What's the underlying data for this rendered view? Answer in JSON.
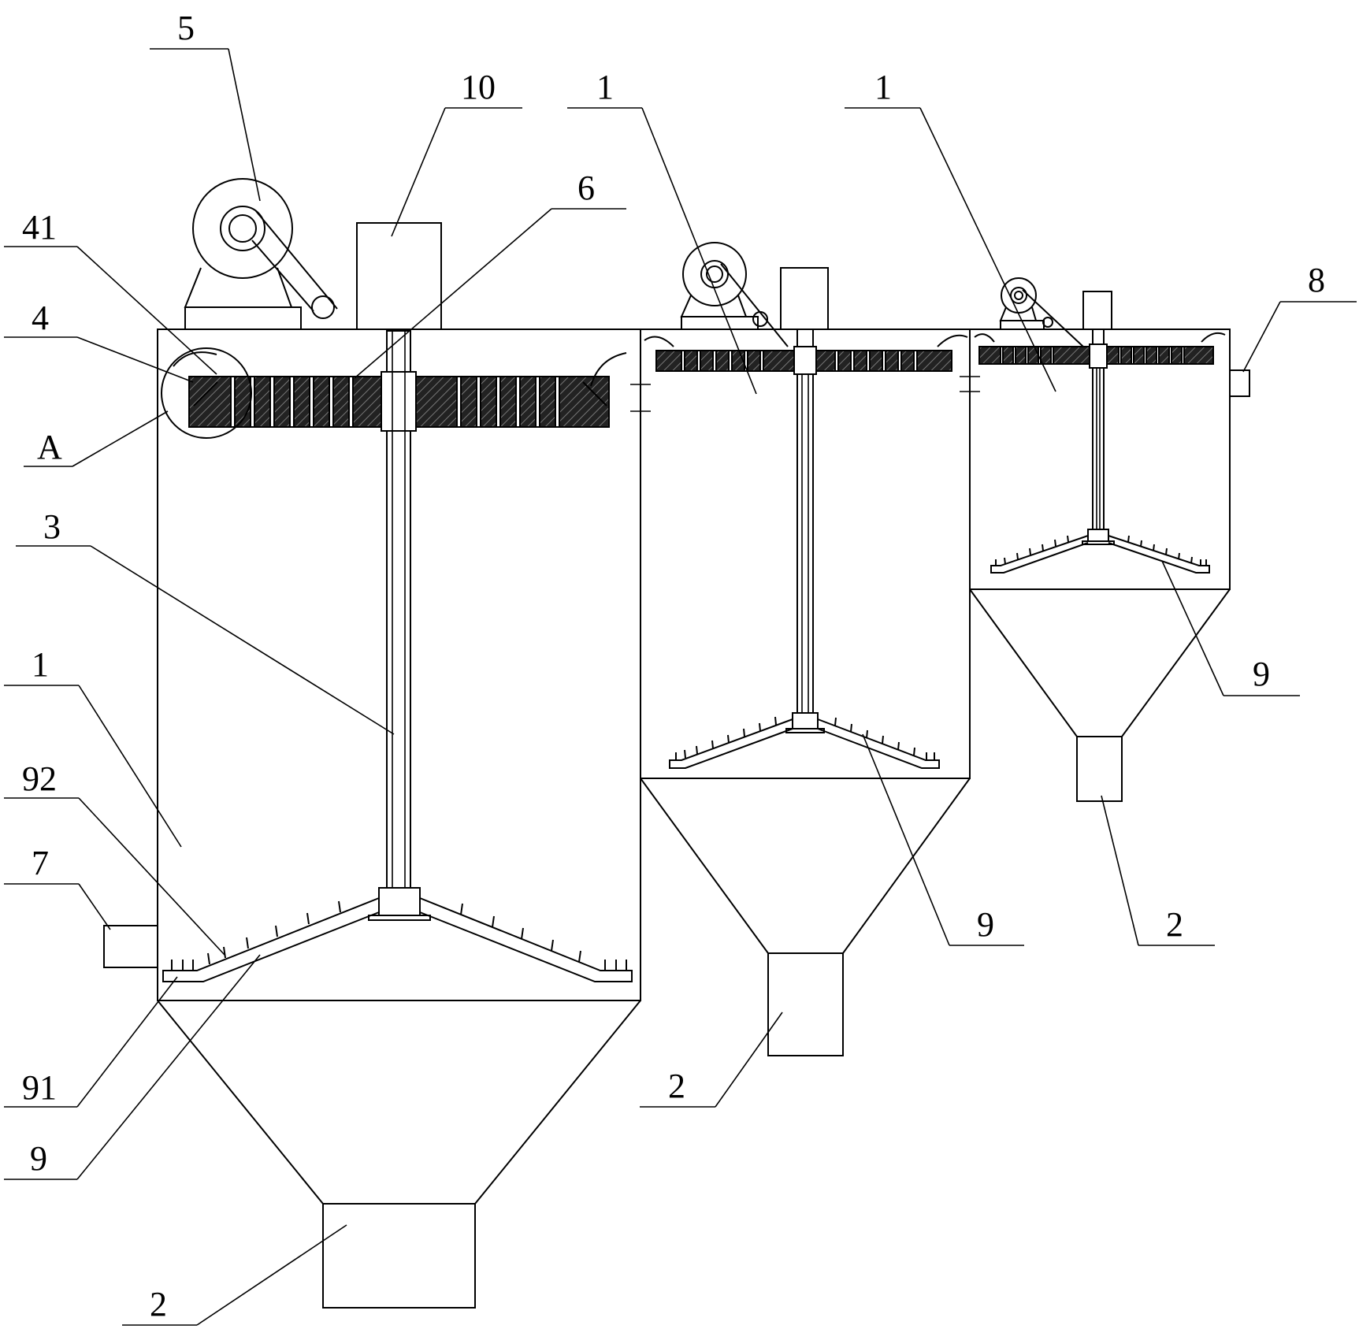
{
  "labels": {
    "l5": "5",
    "l10": "10",
    "l6": "6",
    "l41": "41",
    "l4": "4",
    "lA": "A",
    "l3": "3",
    "l1a": "1",
    "l92": "92",
    "l7": "7",
    "l91": "91",
    "l9a": "9",
    "l2a": "2",
    "l1b": "1",
    "l1c": "1",
    "l8": "8",
    "l9b": "9",
    "l9c": "9",
    "l2b": "2",
    "l2c": "2"
  }
}
